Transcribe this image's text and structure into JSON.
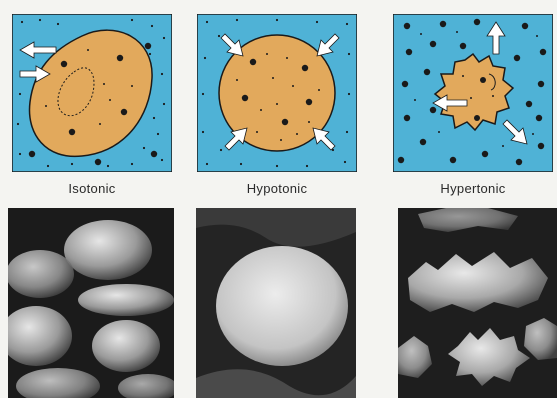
{
  "labels": {
    "isotonic": "Isotonic",
    "hypotonic": "Hypotonic",
    "hypertonic": "Hypertonic"
  },
  "colors": {
    "solution": "#4fb2d6",
    "cell": "#e2a95c",
    "outline": "#1a1a1a",
    "arrow": "#ffffff",
    "micrograph_dark": "#1b1b1b",
    "micrograph_light": "#d8d8d8"
  },
  "arrow_direction": {
    "isotonic": "out",
    "hypotonic": "in",
    "hypertonic": "out"
  }
}
